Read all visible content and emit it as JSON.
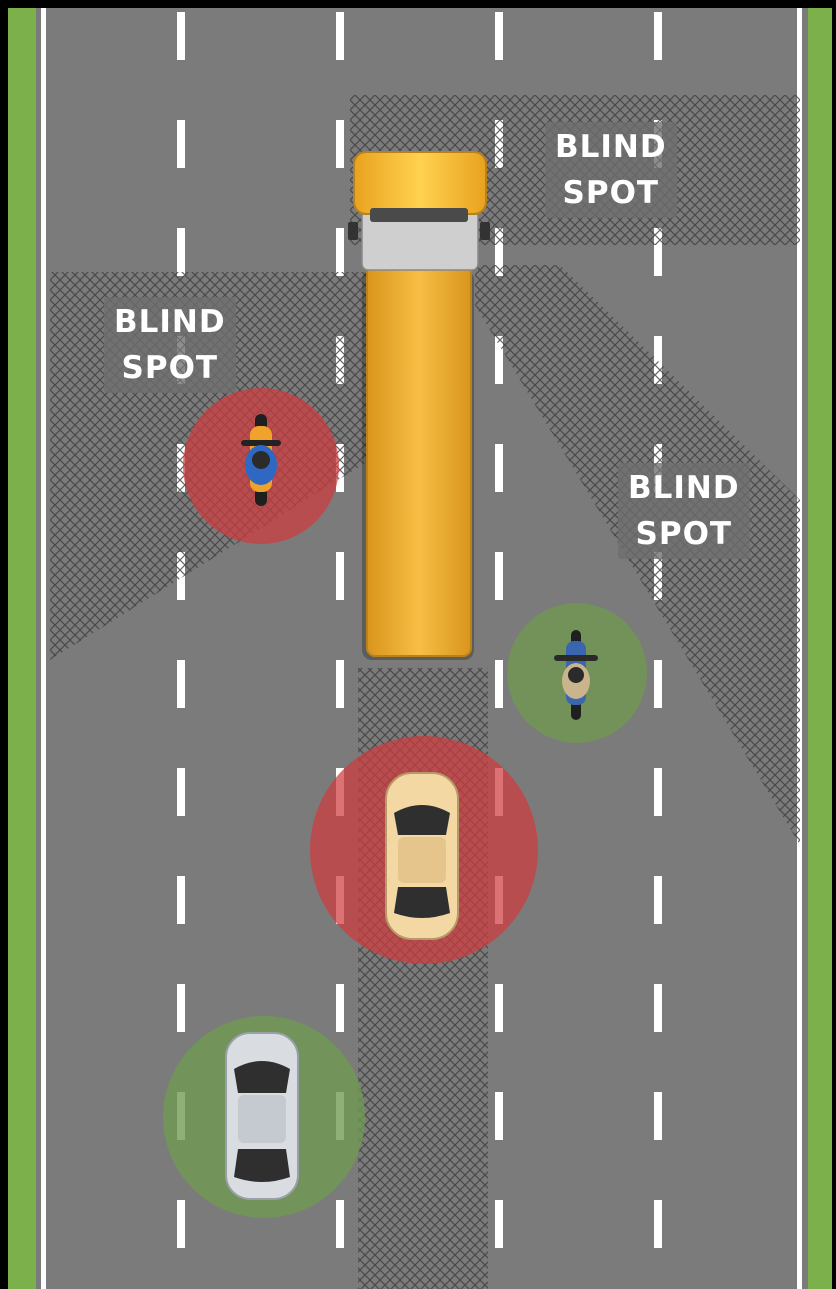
{
  "blind_spots": [
    {
      "line1": "BLIND",
      "line2": "SPOT",
      "side": "front-right"
    },
    {
      "line1": "BLIND",
      "line2": "SPOT",
      "side": "left"
    },
    {
      "line1": "BLIND",
      "line2": "SPOT",
      "side": "right"
    }
  ],
  "vehicles": [
    {
      "type": "truck",
      "color": "#f2b234",
      "zone_status": "none"
    },
    {
      "type": "motorcycle",
      "color": "#f0a32a",
      "zone_status": "in-blind-spot"
    },
    {
      "type": "motorcycle",
      "color": "#3a66b0",
      "zone_status": "safe"
    },
    {
      "type": "car",
      "color": "#f3d8a4",
      "zone_status": "in-blind-spot"
    },
    {
      "type": "car",
      "color": "#d9dde2",
      "zone_status": "safe"
    }
  ],
  "colors": {
    "road": "#7b7b7b",
    "grass": "#7bb04b",
    "danger": "#d03b3e",
    "safe": "#6f9a4f",
    "lane_marking": "#ffffff"
  }
}
